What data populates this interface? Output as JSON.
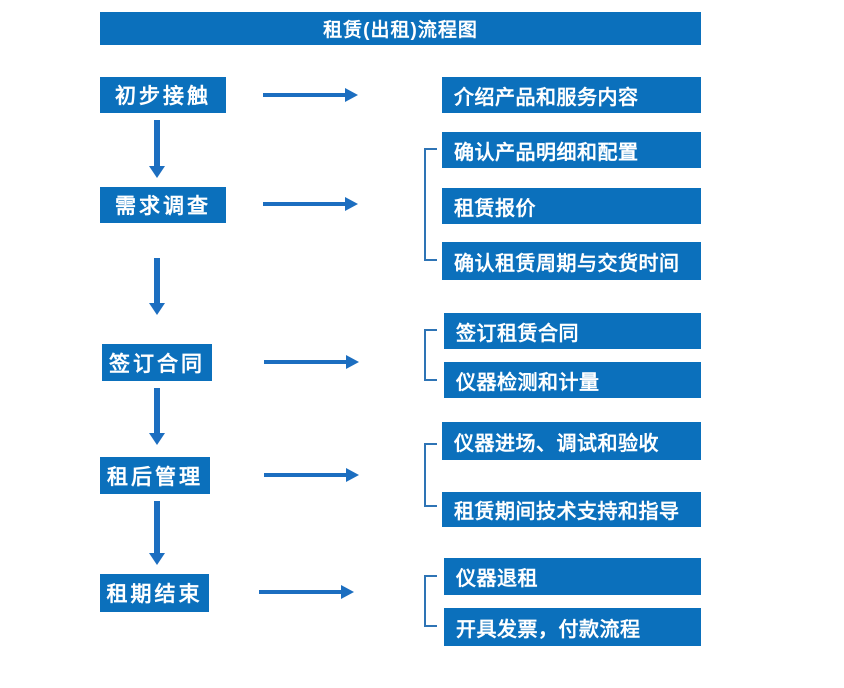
{
  "title": "租赁(出租)流程图",
  "colors": {
    "box": "#0B70BC",
    "arrow": "#1C6EC0",
    "bracket": "#2E74B5",
    "text": "#FFFFFF",
    "background": "#FFFFFF"
  },
  "steps": [
    {
      "label": "初步接触",
      "outputs": [
        "介绍产品和服务内容"
      ]
    },
    {
      "label": "需求调查",
      "outputs": [
        "确认产品明细和配置",
        "租赁报价",
        "确认租赁周期与交货时间"
      ]
    },
    {
      "label": "签订合同",
      "outputs": [
        "签订租赁合同",
        "仪器检测和计量"
      ]
    },
    {
      "label": "租后管理",
      "outputs": [
        "仪器进场、调试和验收",
        "租赁期间技术支持和指导"
      ]
    },
    {
      "label": "租期结束",
      "outputs": [
        "仪器退租",
        "开具发票，付款流程"
      ]
    }
  ]
}
